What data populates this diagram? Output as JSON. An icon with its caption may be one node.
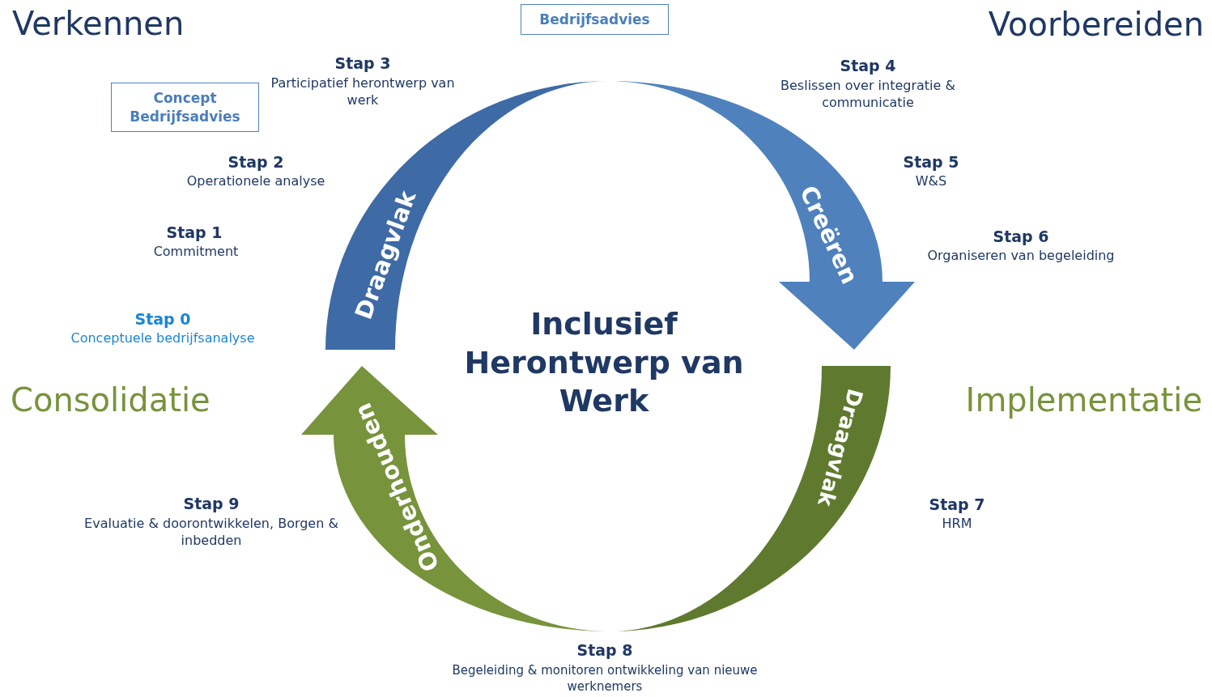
{
  "diagram": {
    "nodes": [
      {
        "text": [
          "Bedrijfsadvies"
        ]
      },
      {
        "text": [
          "Concept Bedrijfsadvies"
        ]
      },
      {
        "text": [
          "Draagvlak"
        ]
      },
      {
        "text": [
          "Creëren"
        ]
      },
      {
        "text": [
          "Draagvlak"
        ]
      },
      {
        "text": [
          "Onderhouden"
        ]
      }
    ],
    "labels": [
      "Verkennen",
      "Voorbereiden",
      "Stap 3",
      "Participatief herontwerp van werk",
      "Stap 4",
      "Beslissen over integratie & communicatie",
      "Stap 2",
      "Operationele analyse",
      "Stap 5",
      "W&S",
      "Stap 1",
      "Commitment",
      "Stap 6",
      "Organiseren van begeleiding",
      "Stap 0",
      "Conceptuele bedrijfsanalyse",
      "Inclusief Herontwerp van Werk",
      "Consolidatie",
      "Implementatie",
      "Stap 9",
      "Evaluatie & doorontwikkelen, Borgen & inbedden",
      "Stap 7",
      "HRM",
      "Stap 8",
      "Begeleiding & monitoren ontwikkeling van nieuwe werknemers"
    ]
  }
}
